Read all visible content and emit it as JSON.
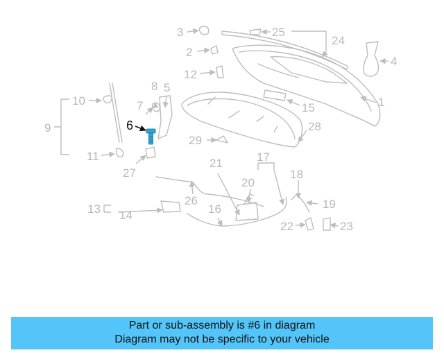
{
  "diagram": {
    "highlighted_callout": "6",
    "highlight_color": "#2aa8d8",
    "callouts": [
      "1",
      "2",
      "3",
      "4",
      "5",
      "6",
      "7",
      "8",
      "9",
      "10",
      "11",
      "12",
      "13",
      "14",
      "15",
      "16",
      "17",
      "18",
      "19",
      "20",
      "21",
      "22",
      "23",
      "24",
      "25",
      "26",
      "27",
      "28",
      "29"
    ]
  },
  "banner": {
    "line1": "Part or sub-assembly is #6 in diagram",
    "line2": "Diagram may not be specific to your vehicle",
    "background": "#54c5f9"
  }
}
